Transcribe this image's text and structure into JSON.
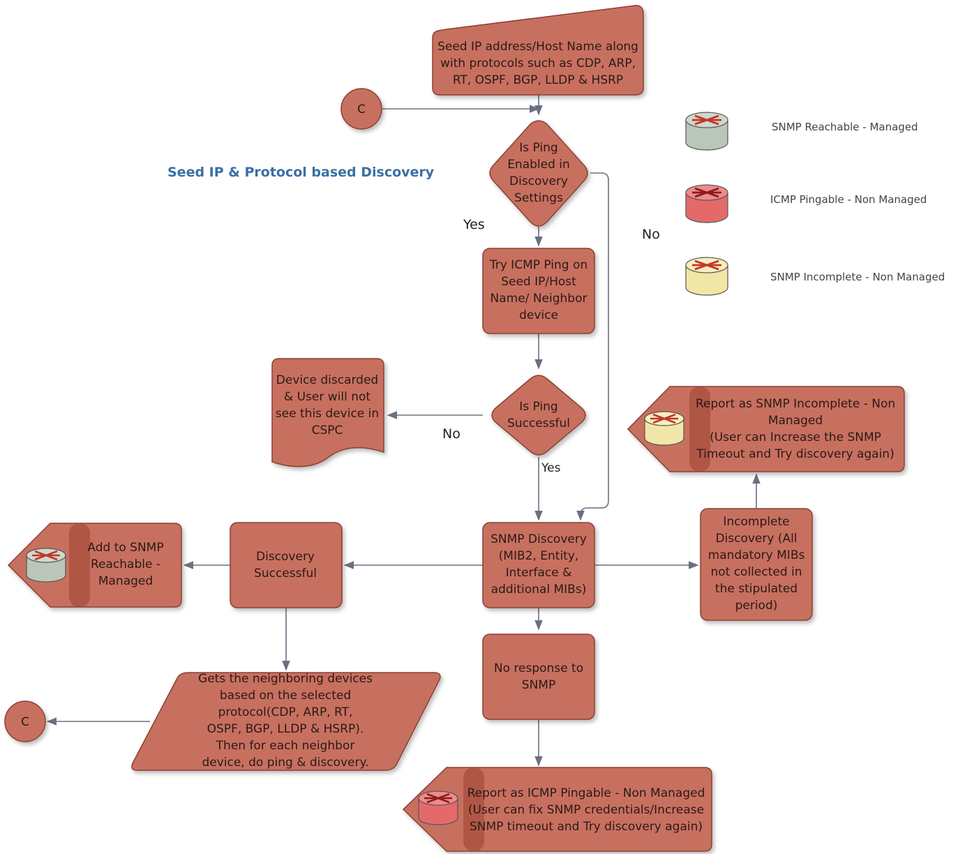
{
  "title": "Seed IP & Protocol based Discovery",
  "legend": [
    {
      "label": "SNMP Reachable - Managed",
      "color": "#b9c6b8"
    },
    {
      "label": "ICMP Pingable - Non Managed",
      "color": "#e46a6a"
    },
    {
      "label": "SNMP Incomplete - Non Managed",
      "color": "#f2e6a6"
    }
  ],
  "nodes": {
    "seed": [
      "Seed IP address/Host Name along",
      "with protocols such as CDP, ARP,",
      "RT, OSPF, BGP, LLDP & HSRP"
    ],
    "is_ping_enabled": [
      "Is Ping",
      "Enabled in",
      "Discovery",
      "Settings"
    ],
    "try_icmp": [
      "Try ICMP Ping on",
      "Seed IP/Host",
      "Name/ Neighbor",
      "device"
    ],
    "is_ping_successful": [
      "Is Ping",
      "Successful"
    ],
    "device_discarded": [
      "Device discarded",
      "& User will not",
      "see this device in",
      "CSPC"
    ],
    "snmp_discovery": [
      "SNMP Discovery",
      "(MIB2, Entity,",
      "Interface &",
      "additional MIBs)"
    ],
    "discovery_successful": [
      "Discovery",
      "Successful"
    ],
    "add_managed": [
      "Add to SNMP",
      "Reachable -",
      "Managed"
    ],
    "neighbors": [
      "Gets the neighboring devices",
      "based on the selected",
      "protocol(CDP, ARP, RT,",
      "OSPF, BGP, LLDP & HSRP).",
      "Then for each neighbor",
      "device, do ping & discovery."
    ],
    "no_response": [
      "No response to",
      "SNMP"
    ],
    "report_icmp": [
      "Report as ICMP Pingable - Non Managed",
      "(User can  fix SNMP credentials/Increase",
      "SNMP timeout and Try discovery again)"
    ],
    "incomplete": [
      "Incomplete",
      "Discovery (All",
      "mandatory MIBs",
      "not collected in",
      "the stipulated",
      "period)"
    ],
    "report_incomplete": [
      "Report as SNMP Incomplete - Non",
      "Managed",
      "(User can Increase the SNMP",
      "Timeout and Try discovery  again)"
    ],
    "connector_top": "C",
    "connector_bottom": "C"
  },
  "edge_labels": {
    "yes_1": "Yes",
    "no_1": "No",
    "no_2": "No",
    "yes_2": "Yes"
  },
  "colors": {
    "shape_fill": "#c8705e",
    "shape_stroke": "#8a3f31",
    "connector": "#6a7081",
    "title": "#3a6fa6"
  }
}
